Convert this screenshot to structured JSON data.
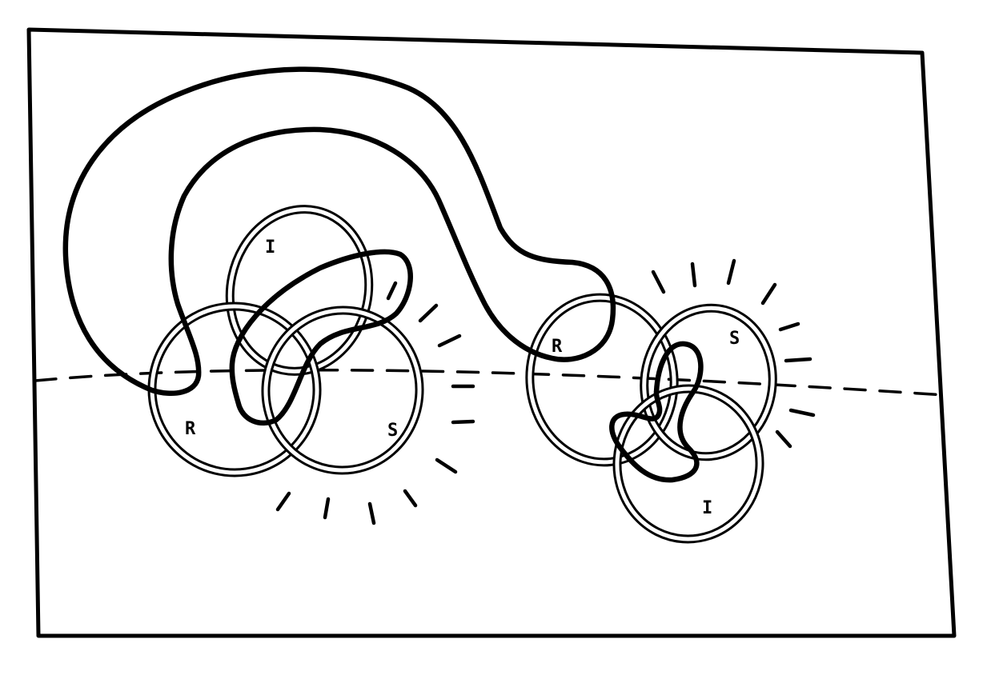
{
  "labels": {
    "left_top": "I",
    "left_left": "R",
    "left_right": "S",
    "right_left": "R",
    "right_right": "S",
    "right_bottom": "I"
  },
  "colors": {
    "ink": "#000000",
    "paper": "#ffffff"
  }
}
